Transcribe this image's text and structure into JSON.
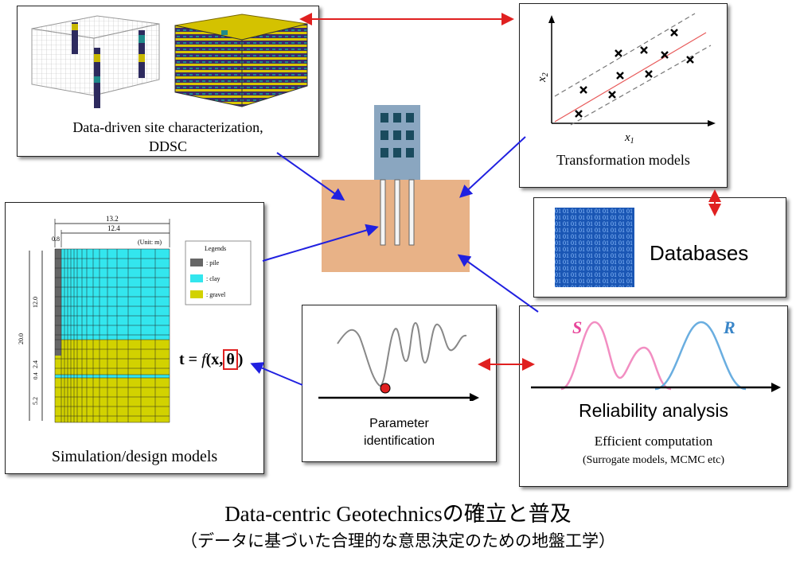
{
  "ddsc": {
    "line1": "Data-driven site characterization,",
    "line2": "DDSC"
  },
  "transformation": {
    "caption": "Transformation models",
    "xaxis": "x",
    "xsub": "1",
    "yaxis": "x",
    "ysub": "2"
  },
  "databases": {
    "caption": "Databases"
  },
  "simulation": {
    "caption": "Simulation/design models",
    "dims": {
      "w_total": "13.2",
      "w_inner": "12.4",
      "w_pile": "0.8",
      "unit": "(Unit: m)",
      "h_total": "20.0",
      "h1": "12.0",
      "h2": "2.4",
      "h3": "0.4",
      "h4": "5.2"
    },
    "legend": {
      "title": "Legends",
      "items": [
        {
          "label": ": pile",
          "color": "#666666"
        },
        {
          "label": ": clay",
          "color": "#33e6ee"
        },
        {
          "label": ": gravel",
          "color": "#d2d200"
        }
      ]
    }
  },
  "equation": {
    "lhs": "t",
    "eq": "= ",
    "f": "f",
    "args": "(x,",
    "theta": "θ",
    "close": ")"
  },
  "parameter": {
    "line1": "Parameter",
    "line2": "identification"
  },
  "reliability": {
    "title": "Reliability analysis",
    "sub1": "Efficient computation",
    "sub2": "(Surrogate models, MCMC etc)",
    "s_label": "S",
    "r_label": "R",
    "s_color": "#e8459a",
    "r_color": "#3a86c8"
  },
  "footer": {
    "title": "Data-centric Geotechnicsの確立と普及",
    "subtitle": "（データに基づいた合理的な意思決定のための地盤工学）"
  },
  "colors": {
    "red_arrow": "#e02020",
    "blue_arrow": "#2020e0",
    "soil": "#e8b287",
    "building": "#8aa6c0"
  }
}
